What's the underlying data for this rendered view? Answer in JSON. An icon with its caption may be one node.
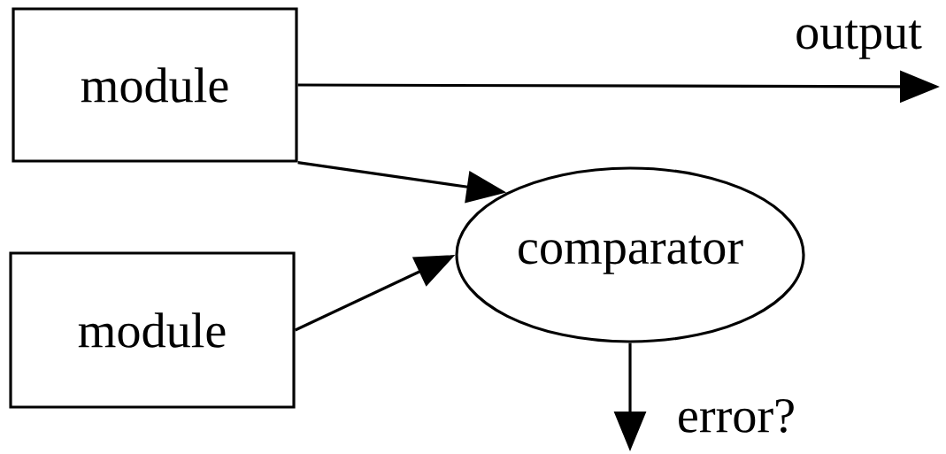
{
  "diagram": {
    "nodes": [
      {
        "text": [
          "module"
        ]
      },
      {
        "text": [
          "module"
        ]
      },
      {
        "text": [
          "comparator"
        ]
      }
    ],
    "edges": [
      {
        "from": 0,
        "to": null,
        "arrow": "to",
        "label": "output"
      },
      {
        "from": 0,
        "to": 2,
        "arrow": "to"
      },
      {
        "from": 1,
        "to": 2,
        "arrow": "to"
      },
      {
        "from": 2,
        "to": null,
        "arrow": "to",
        "label": "error?"
      }
    ]
  }
}
